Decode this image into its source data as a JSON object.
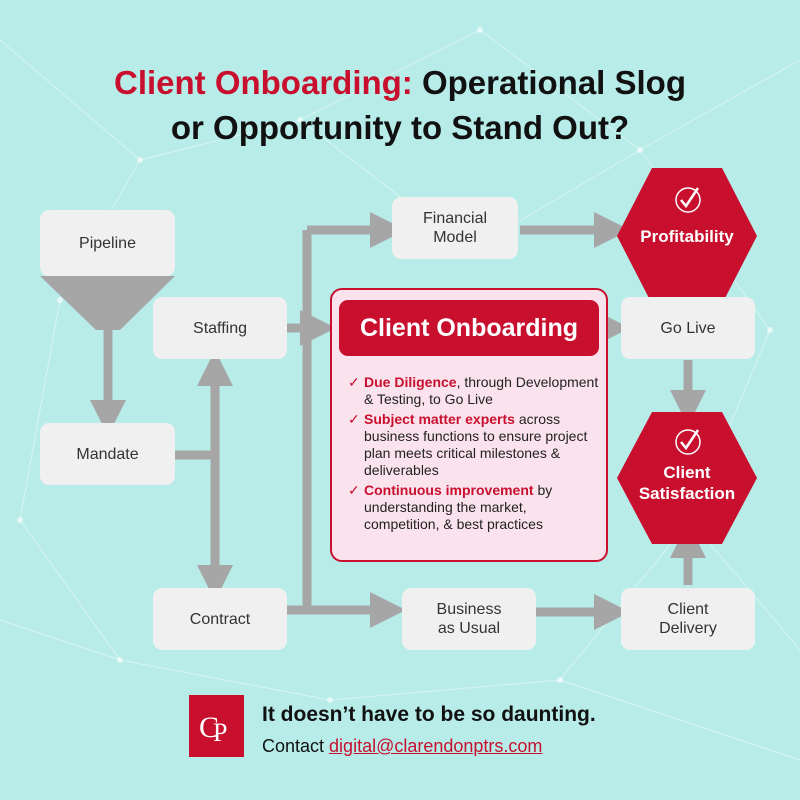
{
  "title": {
    "accent": "Client Onboarding:",
    "rest_line1": " Operational Slog",
    "line2": "or Opportunity to Stand Out?"
  },
  "nodes": {
    "pipeline": "Pipeline",
    "staffing": "Staffing",
    "mandate": "Mandate",
    "contract": "Contract",
    "financial_model": [
      "Financial",
      "Model"
    ],
    "go_live": "Go Live",
    "business_as_usual": [
      "Business",
      "as Usual"
    ],
    "client_delivery": [
      "Client",
      "Delivery"
    ],
    "profitability": "Profitability",
    "client_satisfaction": [
      "Client",
      "Satisfaction"
    ]
  },
  "center": {
    "heading": "Client Onboarding",
    "bullets": [
      {
        "strong": "Due Diligence",
        "text": ", through Development & Testing, to Go Live"
      },
      {
        "strong": "Subject matter experts",
        "text": " across business functions to ensure project plan meets critical milestones & deliverables"
      },
      {
        "strong": "Continuous improvement",
        "text": " by understanding the market, competition, & best practices"
      }
    ]
  },
  "footer": {
    "tagline": "It doesn’t have to be so daunting.",
    "contact_label": "Contact ",
    "email": "digital@clarendonptrs.com",
    "logo_letters": "CP"
  },
  "colors": {
    "accent": "#c8102e",
    "background": "#b7ece9",
    "box": "#f0f0f0",
    "connector": "#a6a6a6",
    "card": "#fbe3ee"
  },
  "icons": {
    "check": "check-icon",
    "check_circle": "check-circle-icon",
    "funnel": "funnel-icon"
  }
}
